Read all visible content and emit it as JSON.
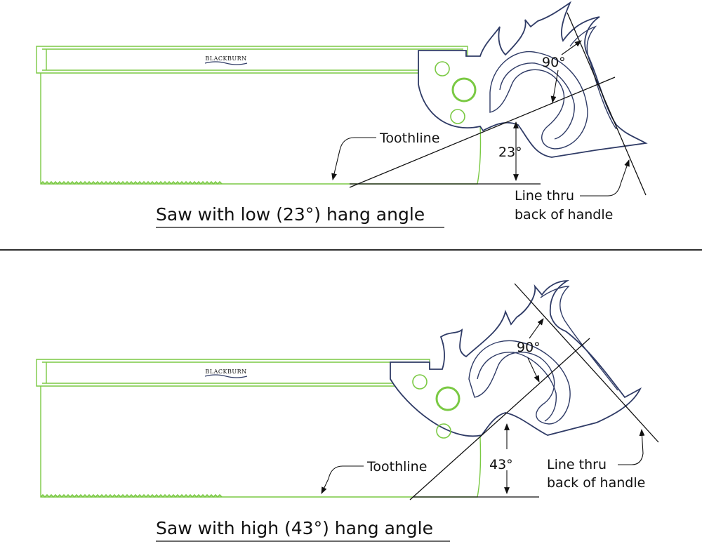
{
  "panels": [
    {
      "brand": "BLACKBURN",
      "toothline_label": "Toothline",
      "angle_label": "23°",
      "right_angle_label": "90°",
      "line_label_1": "Line thru",
      "line_label_2": "back of handle",
      "caption": "Saw with low (23°) hang angle",
      "hang_angle_deg": 23
    },
    {
      "brand": "BLACKBURN",
      "toothline_label": "Toothline",
      "angle_label": "43°",
      "right_angle_label": "90°",
      "line_label_1": "Line thru",
      "line_label_2": "back of handle",
      "caption": "Saw with high (43°) hang angle",
      "hang_angle_deg": 43
    }
  ],
  "colors": {
    "blade": "#7ac943",
    "handle": "#2f3b66",
    "ink": "#111111"
  }
}
